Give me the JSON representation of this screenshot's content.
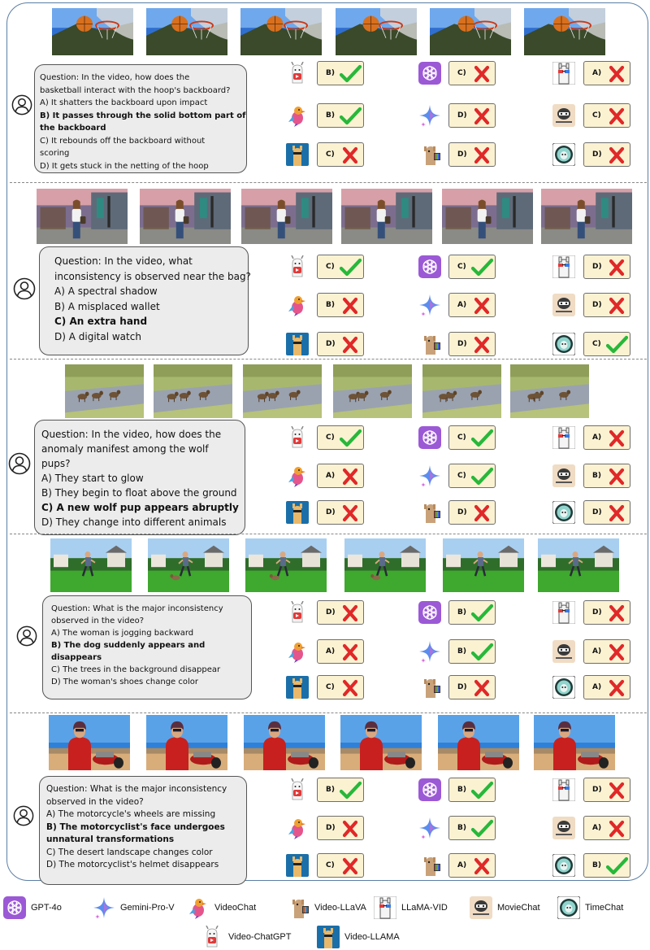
{
  "legend": [
    {
      "model": "gpt4o",
      "label": "GPT-4o"
    },
    {
      "model": "gemini",
      "label": "Gemini-Pro-V"
    },
    {
      "model": "videochat",
      "label": "VideoChat"
    },
    {
      "model": "videollava",
      "label": "Video-LLaVA"
    },
    {
      "model": "llamavid",
      "label": "LLaMA-VID"
    },
    {
      "model": "moviechat",
      "label": "MovieChat"
    },
    {
      "model": "timechat",
      "label": "TimeChat"
    },
    {
      "model": "videochatgpt",
      "label": "Video-ChatGPT"
    },
    {
      "model": "videollama",
      "label": "Video-LLAMA"
    }
  ],
  "examples": [
    {
      "scene": "basketball",
      "question_lines": [
        {
          "text": "Question: In the video, how does the",
          "bold": false
        },
        {
          "text": "basketball interact with the hoop's backboard?",
          "bold": false
        },
        {
          "text": "A) It shatters the backboard upon impact",
          "bold": false
        },
        {
          "text": "B) It passes through the solid bottom part of",
          "bold": true
        },
        {
          "text": "the backboard",
          "bold": true
        },
        {
          "text": "C) It rebounds off the backboard without",
          "bold": false
        },
        {
          "text": "scoring",
          "bold": false
        },
        {
          "text": "D) It gets stuck in the netting of the hoop",
          "bold": false
        }
      ],
      "answers": [
        {
          "model": "videochatgpt",
          "letter": "B)",
          "correct": true
        },
        {
          "model": "gpt4o",
          "letter": "C)",
          "correct": false
        },
        {
          "model": "llamavid",
          "letter": "A)",
          "correct": false
        },
        {
          "model": "videochat",
          "letter": "B)",
          "correct": true
        },
        {
          "model": "gemini",
          "letter": "D)",
          "correct": false
        },
        {
          "model": "moviechat",
          "letter": "C)",
          "correct": false
        },
        {
          "model": "videollama",
          "letter": "C)",
          "correct": false
        },
        {
          "model": "videollava",
          "letter": "D)",
          "correct": false
        },
        {
          "model": "timechat",
          "letter": "D)",
          "correct": false
        }
      ]
    },
    {
      "scene": "woman",
      "question_lines": [
        {
          "text": "Question: In the video, what",
          "bold": false
        },
        {
          "text": "inconsistency is observed near the bag?",
          "bold": false
        },
        {
          "text": "A) A spectral shadow",
          "bold": false
        },
        {
          "text": "B) A misplaced wallet",
          "bold": false
        },
        {
          "text": "C) An extra hand",
          "bold": true
        },
        {
          "text": "D) A digital watch",
          "bold": false
        }
      ],
      "answers": [
        {
          "model": "videochatgpt",
          "letter": "C)",
          "correct": true
        },
        {
          "model": "gpt4o",
          "letter": "C)",
          "correct": true
        },
        {
          "model": "llamavid",
          "letter": "D)",
          "correct": false
        },
        {
          "model": "videochat",
          "letter": "B)",
          "correct": false
        },
        {
          "model": "gemini",
          "letter": "A)",
          "correct": false
        },
        {
          "model": "moviechat",
          "letter": "D)",
          "correct": false
        },
        {
          "model": "videollama",
          "letter": "D)",
          "correct": false
        },
        {
          "model": "videollava",
          "letter": "D)",
          "correct": false
        },
        {
          "model": "timechat",
          "letter": "C)",
          "correct": true
        }
      ]
    },
    {
      "scene": "wolves",
      "question_lines": [
        {
          "text": "Question: In the video, how does the",
          "bold": false
        },
        {
          "text": "anomaly manifest among the wolf",
          "bold": false
        },
        {
          "text": "pups?",
          "bold": false
        },
        {
          "text": "A) They start to glow",
          "bold": false
        },
        {
          "text": "B) They begin to float above the ground",
          "bold": false
        },
        {
          "text": "C) A new wolf pup appears abruptly",
          "bold": true
        },
        {
          "text": "D) They change into different animals",
          "bold": false
        }
      ],
      "answers": [
        {
          "model": "videochatgpt",
          "letter": "C)",
          "correct": true
        },
        {
          "model": "gpt4o",
          "letter": "C)",
          "correct": true
        },
        {
          "model": "llamavid",
          "letter": "A)",
          "correct": false
        },
        {
          "model": "videochat",
          "letter": "A)",
          "correct": false
        },
        {
          "model": "gemini",
          "letter": "C)",
          "correct": true
        },
        {
          "model": "moviechat",
          "letter": "B)",
          "correct": false
        },
        {
          "model": "videollama",
          "letter": "D)",
          "correct": false
        },
        {
          "model": "videollava",
          "letter": "D)",
          "correct": false
        },
        {
          "model": "timechat",
          "letter": "D)",
          "correct": false
        }
      ]
    },
    {
      "scene": "jogger",
      "question_lines": [
        {
          "text": "Question: What is the major inconsistency",
          "bold": false
        },
        {
          "text": "observed in the video?",
          "bold": false
        },
        {
          "text": "A) The woman is jogging backward",
          "bold": false
        },
        {
          "text": "B) The dog suddenly appears and",
          "bold": true
        },
        {
          "text": "disappears",
          "bold": true
        },
        {
          "text": "C) The trees in the background disappear",
          "bold": false
        },
        {
          "text": "D) The woman's shoes change color",
          "bold": false
        }
      ],
      "answers": [
        {
          "model": "videochatgpt",
          "letter": "D)",
          "correct": false
        },
        {
          "model": "gpt4o",
          "letter": "B)",
          "correct": true
        },
        {
          "model": "llamavid",
          "letter": "D)",
          "correct": false
        },
        {
          "model": "videochat",
          "letter": "A)",
          "correct": false
        },
        {
          "model": "gemini",
          "letter": "B)",
          "correct": true
        },
        {
          "model": "moviechat",
          "letter": "A)",
          "correct": false
        },
        {
          "model": "videollama",
          "letter": "C)",
          "correct": false
        },
        {
          "model": "videollava",
          "letter": "D)",
          "correct": false
        },
        {
          "model": "timechat",
          "letter": "A)",
          "correct": false
        }
      ]
    },
    {
      "scene": "motorcyclist",
      "question_lines": [
        {
          "text": "Question: What is the major inconsistency",
          "bold": false
        },
        {
          "text": "observed in the video?",
          "bold": false
        },
        {
          "text": "A) The motorcycle's wheels are missing",
          "bold": false
        },
        {
          "text": "B) The motorcyclist's face undergoes",
          "bold": true
        },
        {
          "text": "unnatural transformations",
          "bold": true
        },
        {
          "text": "C) The desert landscape changes color",
          "bold": false
        },
        {
          "text": "D) The motorcyclist's helmet disappears",
          "bold": false
        }
      ],
      "answers": [
        {
          "model": "videochatgpt",
          "letter": "B)",
          "correct": true
        },
        {
          "model": "gpt4o",
          "letter": "B)",
          "correct": true
        },
        {
          "model": "llamavid",
          "letter": "D)",
          "correct": false
        },
        {
          "model": "videochat",
          "letter": "D)",
          "correct": false
        },
        {
          "model": "gemini",
          "letter": "B)",
          "correct": true
        },
        {
          "model": "moviechat",
          "letter": "A)",
          "correct": false
        },
        {
          "model": "videollama",
          "letter": "C)",
          "correct": false
        },
        {
          "model": "videollava",
          "letter": "A)",
          "correct": false
        },
        {
          "model": "timechat",
          "letter": "B)",
          "correct": true
        }
      ]
    }
  ]
}
